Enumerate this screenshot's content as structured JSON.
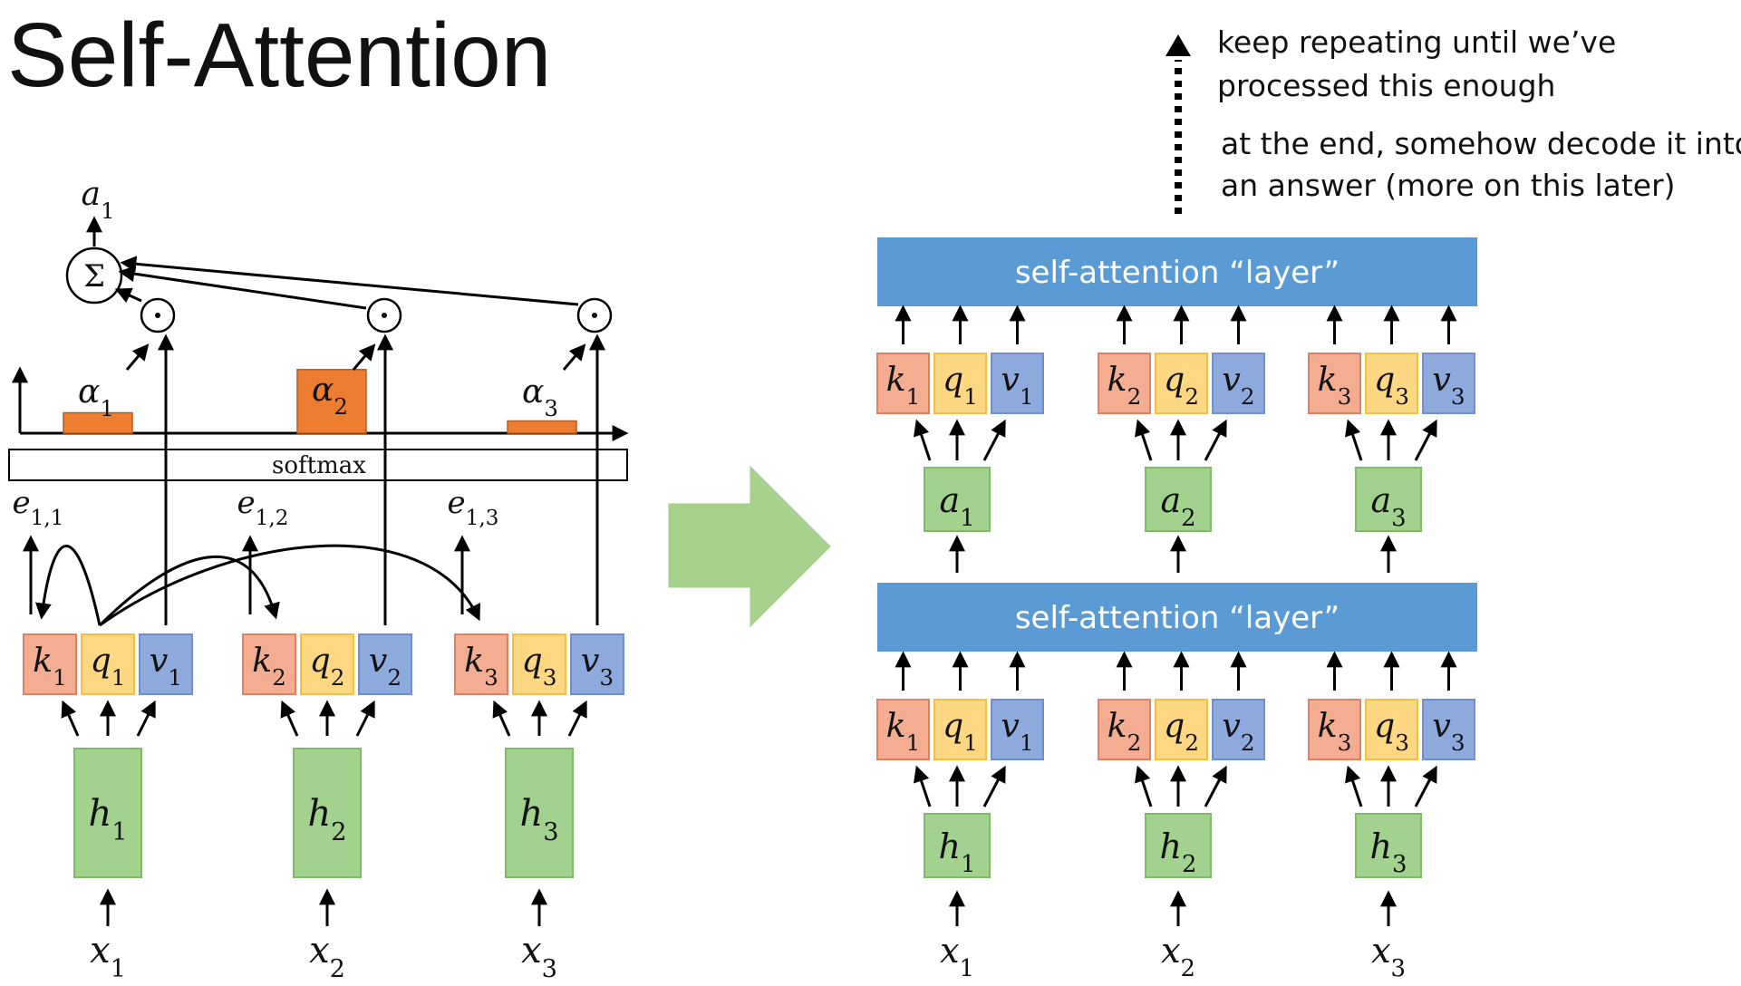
{
  "title": "Self-Attention",
  "notes": {
    "repeat_line1": "keep repeating until we’ve",
    "repeat_line2": "processed this enough",
    "decode_line1": "at the end, somehow decode it into",
    "decode_line2": "an answer (more on this later)"
  },
  "left": {
    "output": {
      "base": "a",
      "sub": "1"
    },
    "sum_symbol": "Σ",
    "dot_symbol": "⊙",
    "softmax_label": "softmax",
    "alphas": [
      {
        "base": "α",
        "sub": "1"
      },
      {
        "base": "α",
        "sub": "2"
      },
      {
        "base": "α",
        "sub": "3"
      }
    ],
    "alpha_levels": [
      0.25,
      0.78,
      0.15
    ],
    "scores": [
      {
        "base": "e",
        "sub": "1,1"
      },
      {
        "base": "e",
        "sub": "1,2"
      },
      {
        "base": "e",
        "sub": "1,3"
      }
    ],
    "groups": [
      {
        "k": "1",
        "q": "1",
        "v": "1",
        "h": "1",
        "x": "1"
      },
      {
        "k": "2",
        "q": "2",
        "v": "2",
        "h": "2",
        "x": "2"
      },
      {
        "k": "3",
        "q": "3",
        "v": "3",
        "h": "3",
        "x": "3"
      }
    ]
  },
  "right": {
    "layer_label": "self-attention “layer”",
    "top_groups": [
      {
        "k": "1",
        "q": "1",
        "v": "1",
        "in": "a",
        "in_sub": "1"
      },
      {
        "k": "2",
        "q": "2",
        "v": "2",
        "in": "a",
        "in_sub": "2"
      },
      {
        "k": "3",
        "q": "3",
        "v": "3",
        "in": "a",
        "in_sub": "3"
      }
    ],
    "bottom_groups": [
      {
        "k": "1",
        "q": "1",
        "v": "1",
        "in": "h",
        "in_sub": "1",
        "x": "1"
      },
      {
        "k": "2",
        "q": "2",
        "v": "2",
        "in": "h",
        "in_sub": "2",
        "x": "2"
      },
      {
        "k": "3",
        "q": "3",
        "v": "3",
        "in": "h",
        "in_sub": "3",
        "x": "3"
      }
    ]
  },
  "colors": {
    "key_fill": "#f4ad91",
    "key_stroke": "#e07f62",
    "query_fill": "#fdd781",
    "query_stroke": "#f4bf42",
    "value_fill": "#8ea9dc",
    "value_stroke": "#6f8fd0",
    "hidden_fill": "#a3d18e",
    "hidden_stroke": "#7fba66",
    "alpha_bar": "#ed7d31",
    "layer_fill": "#5b9bd5",
    "arrow_fill": "#a9d18e"
  }
}
